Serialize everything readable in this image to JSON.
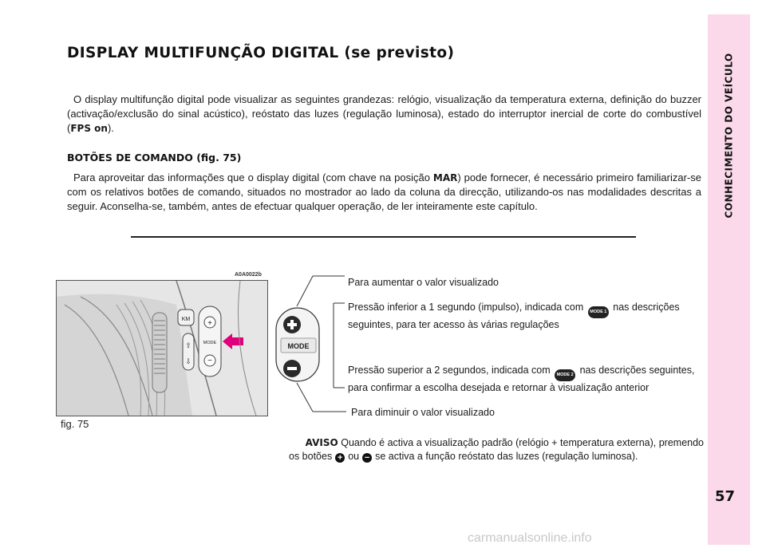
{
  "sidebar": {
    "section_title": "CONHECIMENTO DO VEÍCULO",
    "page_number": "57"
  },
  "title": "DISPLAY MULTIFUNÇÃO DIGITAL (se previsto)",
  "intro": {
    "text_before": "O display multifunção digital pode visualizar as seguintes grandezas: relógio, visualização da temperatura externa, definição do buzzer (activação/exclusão do sinal acústico), reóstato das luzes (regulação luminosa), estado do interruptor inercial de corte do combustível (",
    "bold_term": "FPS on",
    "text_after": ")."
  },
  "subheading": {
    "label": "BOTÕES DE COMANDO",
    "ref": "(fig. 75)"
  },
  "body": {
    "text_before": "Para aproveitar das informações que o display digital (com chave na posição ",
    "bold_term": "MAR",
    "text_after": ") pode fornecer, é necessário primeiro familiarizar-se com os relativos botões de comando, situados no mostrador ao lado da coluna da direcção, utilizando-os nas modalidades descritas a seguir. Aconselha-se, também, antes de efectuar qualquer operação, de ler inteiramente este capítulo."
  },
  "figure": {
    "code": "A0A0022b",
    "caption": "fig. 75",
    "km_label": "KM",
    "mode_label": "MODE"
  },
  "diagram": {
    "button_label": "MODE"
  },
  "callouts": {
    "increase": "Para aumentar o valor visualizado",
    "press_short_before": "Pressão inferior a 1 segundo (impulso), indicada com",
    "mode1_badge": "MODE 1",
    "press_short_after": "nas descrições seguintes, para ter acesso às várias regulações",
    "press_long_before": "Pressão superior a 2 segundos, indicada com",
    "mode2_badge": "MODE 2",
    "press_long_after": "nas descrições seguintes, para confirmar a escolha desejada e retornar à visualização anterior",
    "decrease": "Para diminuir o valor visualizado"
  },
  "note": {
    "label": "AVISO",
    "text_before": "Quando é activa a visualização padrão (relógio + temperatura externa), premendo",
    "text_mid_before": "os botões",
    "plus_icon": "+",
    "text_or": "ou",
    "minus_icon": "−",
    "text_after": "se activa a função reóstato das luzes (regulação luminosa)."
  },
  "watermark": "carmanualsonline.info",
  "colors": {
    "sidebar": "#fbd9ea",
    "arrow": "#e0007a"
  }
}
